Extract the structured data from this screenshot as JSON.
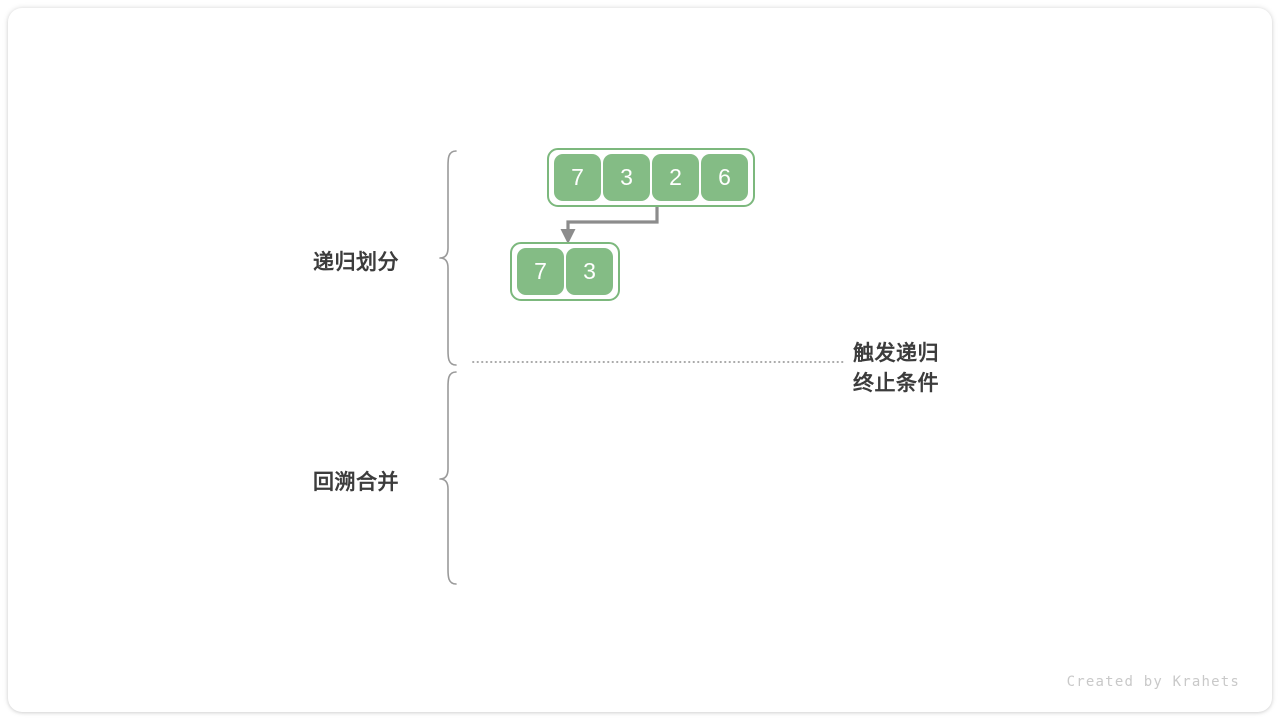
{
  "diagram": {
    "title_watermark": "Created by Krahets",
    "stages": [
      {
        "id": "divide",
        "label": "递归划分"
      },
      {
        "id": "merge",
        "label": "回溯合并"
      }
    ],
    "annotations": [
      {
        "id": "terminate",
        "line1": "触发递归",
        "line2": "终止条件"
      }
    ],
    "arrays": [
      {
        "id": "root",
        "values": [
          "7",
          "3",
          "2",
          "6"
        ]
      },
      {
        "id": "left",
        "values": [
          "7",
          "3"
        ]
      }
    ],
    "colors": {
      "cell_fill": "#84bc85",
      "array_border": "#7cb87d",
      "cell_text": "#ffffff",
      "label_text": "#3c3c3c",
      "arrow": "#8c8c8c",
      "divider": "#9a9a9a",
      "watermark": "#c9c9c9",
      "canvas": "#ffffff"
    }
  }
}
